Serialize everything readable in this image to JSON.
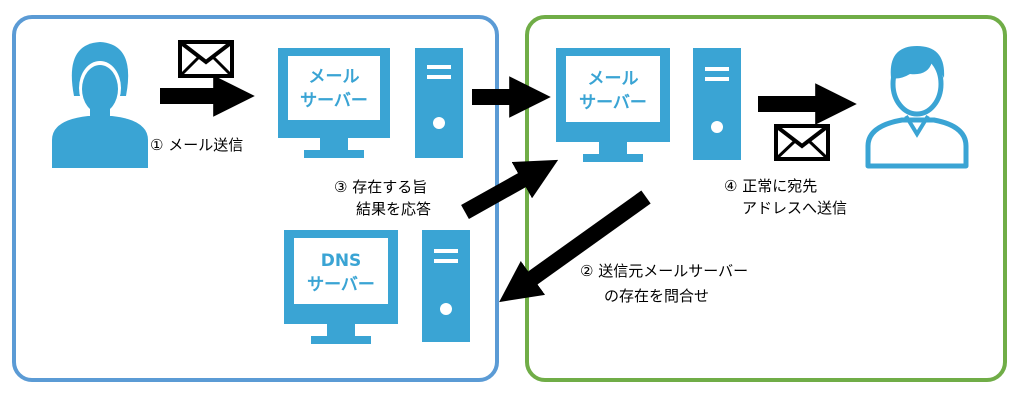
{
  "colors": {
    "sender_box": "#5b9bd5",
    "receiver_box": "#70ad47",
    "icon": "#3aa4d4",
    "arrow": "#000000"
  },
  "servers": {
    "sender_mail": {
      "line1": "メール",
      "line2": "サーバー"
    },
    "dns": {
      "line1": "DNS",
      "line2": "サーバー"
    },
    "receiver_mail": {
      "line1": "メール",
      "line2": "サーバー"
    }
  },
  "steps": {
    "s1": {
      "line1": "① メール送信"
    },
    "s2": {
      "line1": "② 送信元メールサーバー",
      "line2": "の存在を問合せ"
    },
    "s3": {
      "line1": "③ 存在する旨",
      "line2": "結果を応答"
    },
    "s4": {
      "line1": "④ 正常に宛先",
      "line2": "アドレスへ送信"
    }
  },
  "icons": [
    "female-user-icon",
    "male-user-icon",
    "envelope-icon",
    "monitor-icon",
    "tower-icon",
    "arrow-icon"
  ]
}
